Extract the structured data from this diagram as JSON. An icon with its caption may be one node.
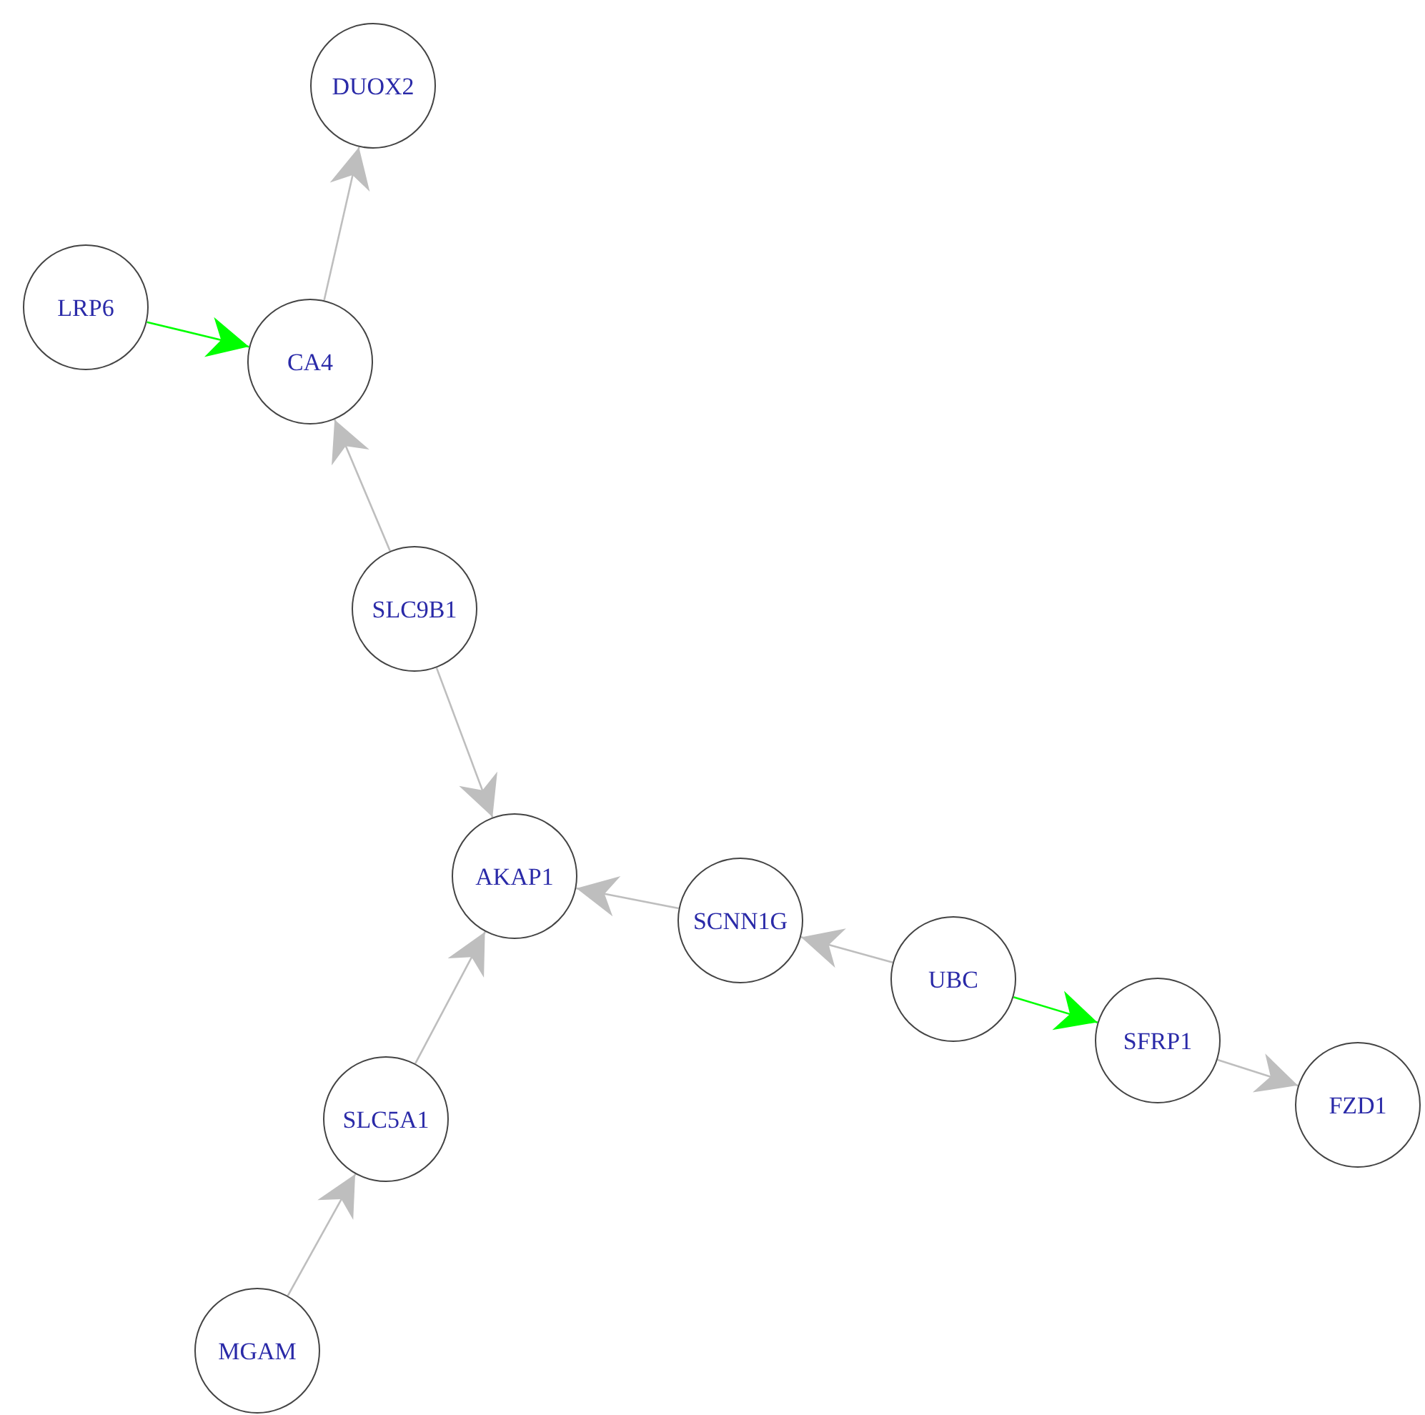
{
  "diagram": {
    "nodes": [
      {
        "text": [
          "DUOX2"
        ]
      },
      {
        "text": [
          "LRP6"
        ]
      },
      {
        "text": [
          "CA4"
        ]
      },
      {
        "text": [
          "SLC9B1"
        ]
      },
      {
        "text": [
          "AKAP1"
        ]
      },
      {
        "text": [
          "SCNN1G"
        ]
      },
      {
        "text": [
          "UBC"
        ]
      },
      {
        "text": [
          "SFRP1"
        ]
      },
      {
        "text": [
          "FZD1"
        ]
      },
      {
        "text": [
          "SLC5A1"
        ]
      },
      {
        "text": [
          "MGAM"
        ]
      }
    ],
    "edges": [
      {
        "from": 2,
        "to": 0,
        "arrow": "to"
      },
      {
        "from": 1,
        "to": 2,
        "arrow": "to",
        "color": "#00ff00"
      },
      {
        "from": 3,
        "to": 2,
        "arrow": "to"
      },
      {
        "from": 3,
        "to": 4,
        "arrow": "to"
      },
      {
        "from": 5,
        "to": 4,
        "arrow": "to"
      },
      {
        "from": 6,
        "to": 5,
        "arrow": "to"
      },
      {
        "from": 6,
        "to": 7,
        "arrow": "to",
        "color": "#00ff00"
      },
      {
        "from": 7,
        "to": 8,
        "arrow": "to"
      },
      {
        "from": 9,
        "to": 4,
        "arrow": "to"
      },
      {
        "from": 10,
        "to": 9,
        "arrow": "to"
      }
    ]
  }
}
